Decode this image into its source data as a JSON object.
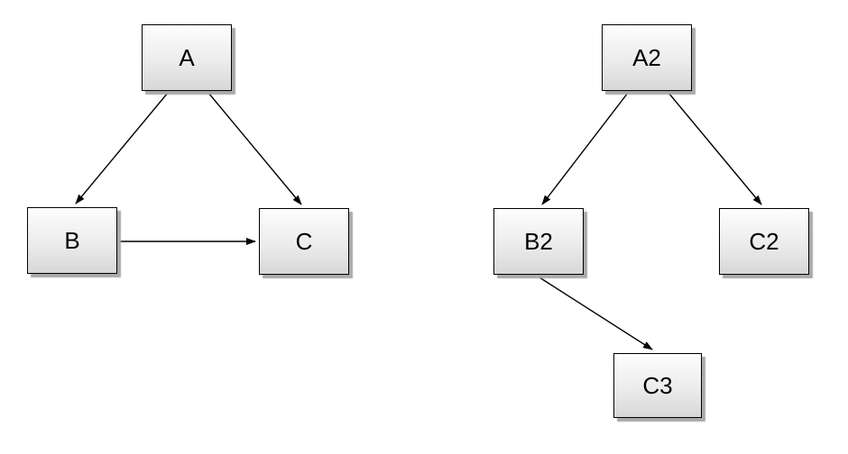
{
  "colors": {
    "node_fill_top": "#fdfdfd",
    "node_fill_bottom": "#d7d7d7",
    "node_border": "#000000",
    "node_shadow": "#a9a9a9",
    "edge": "#000000",
    "background": "#ffffff"
  },
  "diagram": {
    "left": {
      "nodes": [
        {
          "id": "A",
          "label": "A"
        },
        {
          "id": "B",
          "label": "B"
        },
        {
          "id": "C",
          "label": "C"
        }
      ],
      "edges": [
        {
          "from": "A",
          "to": "B"
        },
        {
          "from": "A",
          "to": "C"
        },
        {
          "from": "B",
          "to": "C"
        }
      ]
    },
    "right": {
      "nodes": [
        {
          "id": "A2",
          "label": "A2"
        },
        {
          "id": "B2",
          "label": "B2"
        },
        {
          "id": "C2",
          "label": "C2"
        },
        {
          "id": "C3",
          "label": "C3"
        }
      ],
      "edges": [
        {
          "from": "A2",
          "to": "B2"
        },
        {
          "from": "A2",
          "to": "C2"
        },
        {
          "from": "B2",
          "to": "C3"
        }
      ]
    }
  }
}
